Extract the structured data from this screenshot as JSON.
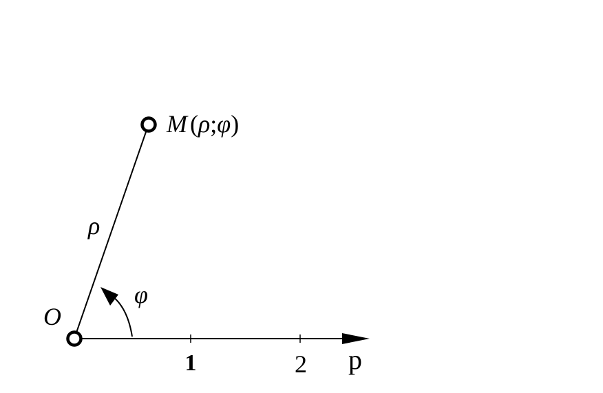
{
  "diagram": {
    "point_label": {
      "name": "M",
      "open_paren": "(",
      "rho": "ρ",
      "separator": ";",
      "phi": "φ",
      "close_paren": ")"
    },
    "origin_label": "O",
    "segment_label": "ρ",
    "angle_label": "φ",
    "tick_labels": [
      "1",
      "2"
    ],
    "axis_label": "p",
    "colors": {
      "stroke": "#000000",
      "background": "#ffffff"
    }
  }
}
